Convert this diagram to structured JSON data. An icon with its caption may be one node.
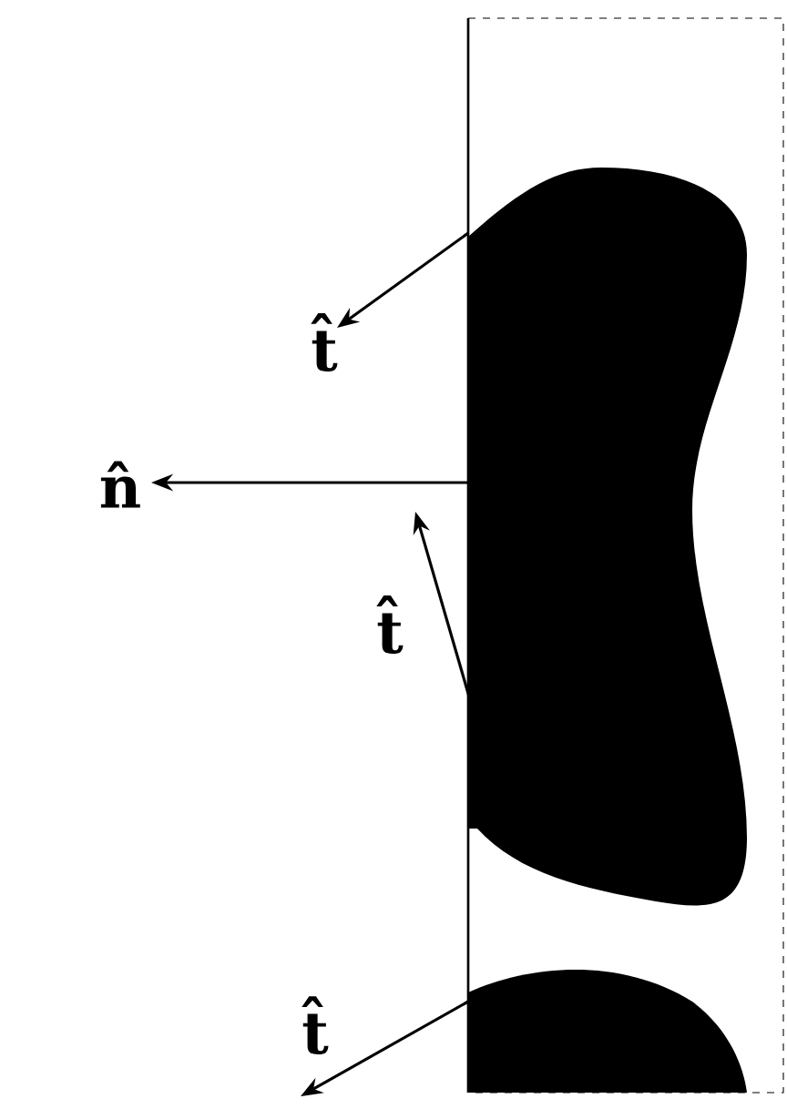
{
  "diagram": {
    "labels": [
      "t̂",
      "n̂",
      "t̂",
      "t̂"
    ]
  }
}
